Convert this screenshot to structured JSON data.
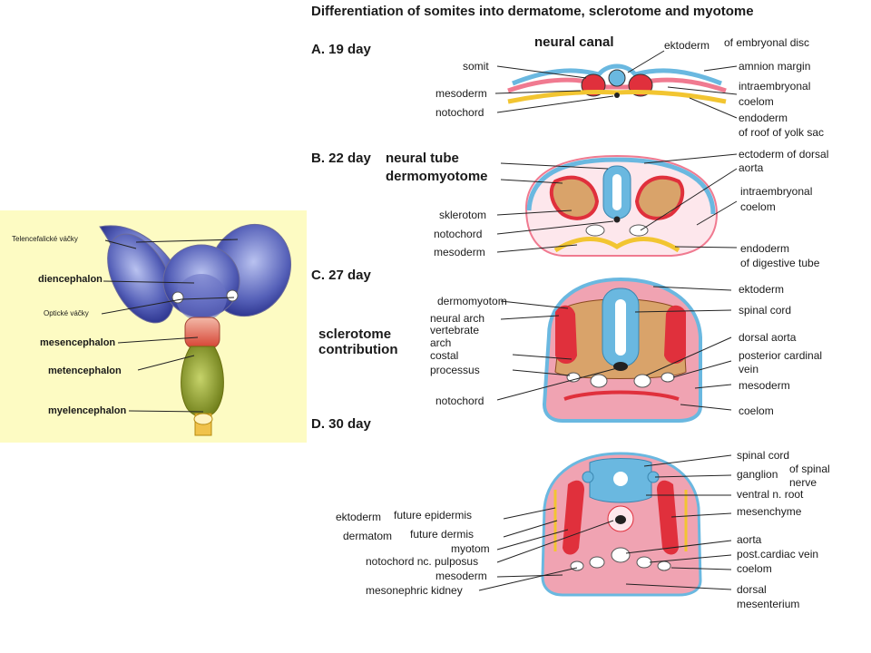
{
  "title": "Differentiation of somites into dermatome, sclerotome and myotome",
  "left_panel": {
    "labels": [
      "Telencefalické váčky",
      "diencephalon",
      "Optické váčky",
      "mesencephalon",
      "metencephalon",
      "myelencephalon"
    ]
  },
  "stage_a": {
    "heading": "A. 19 day",
    "center_label": "neural canal",
    "left_labels": [
      "somit",
      "mesoderm",
      "notochord"
    ],
    "right_labels": [
      "ektoderm",
      "of embryonal disc",
      "amnion margin",
      "intraembryonal",
      "coelom",
      "endoderm",
      "of roof of yolk sac"
    ]
  },
  "stage_b": {
    "heading": "B. 22 day",
    "big_labels": [
      "neural tube",
      "dermomyotome"
    ],
    "left_labels": [
      "sklerotom",
      "notochord",
      "mesoderm"
    ],
    "right_labels": [
      "ectoderm of dorsal",
      "aorta",
      "intraembryonal",
      "coelom",
      "endoderm",
      "of digestive tube"
    ]
  },
  "stage_c": {
    "heading": "C. 27 day",
    "big_labels": [
      "sclerotome",
      "contribution"
    ],
    "left_labels": [
      "dermomyotom",
      "neural arch",
      "vertebrate",
      "arch",
      "costal",
      "processus",
      "notochord"
    ],
    "right_labels": [
      "ektoderm",
      "spinal cord",
      "dorsal aorta",
      "posterior cardinal",
      "vein",
      "mesoderm",
      "coelom"
    ]
  },
  "stage_d": {
    "heading": "D. 30 day",
    "left_labels": [
      "ektoderm",
      "future epidermis",
      "dermatom",
      "future dermis",
      "myotom",
      "notochord nc. pulposus",
      "mesoderm",
      "mesonephric kidney"
    ],
    "right_labels": [
      "spinal cord",
      "ganglion",
      "of spinal",
      "nerve",
      "ventral n. root",
      "mesenchyme",
      "aorta",
      "post.cardiac vein",
      "coelom",
      "dorsal",
      "mesenterium"
    ]
  },
  "colors": {
    "panel_bg": "#fdfbc3",
    "brain_blue": "#4a55b0",
    "red": "#e0303c",
    "pink": "#f07a90",
    "blue": "#6ab8e0",
    "tan": "#d9a36a",
    "yellow": "#f2c531",
    "green": "#8a9a2a"
  }
}
